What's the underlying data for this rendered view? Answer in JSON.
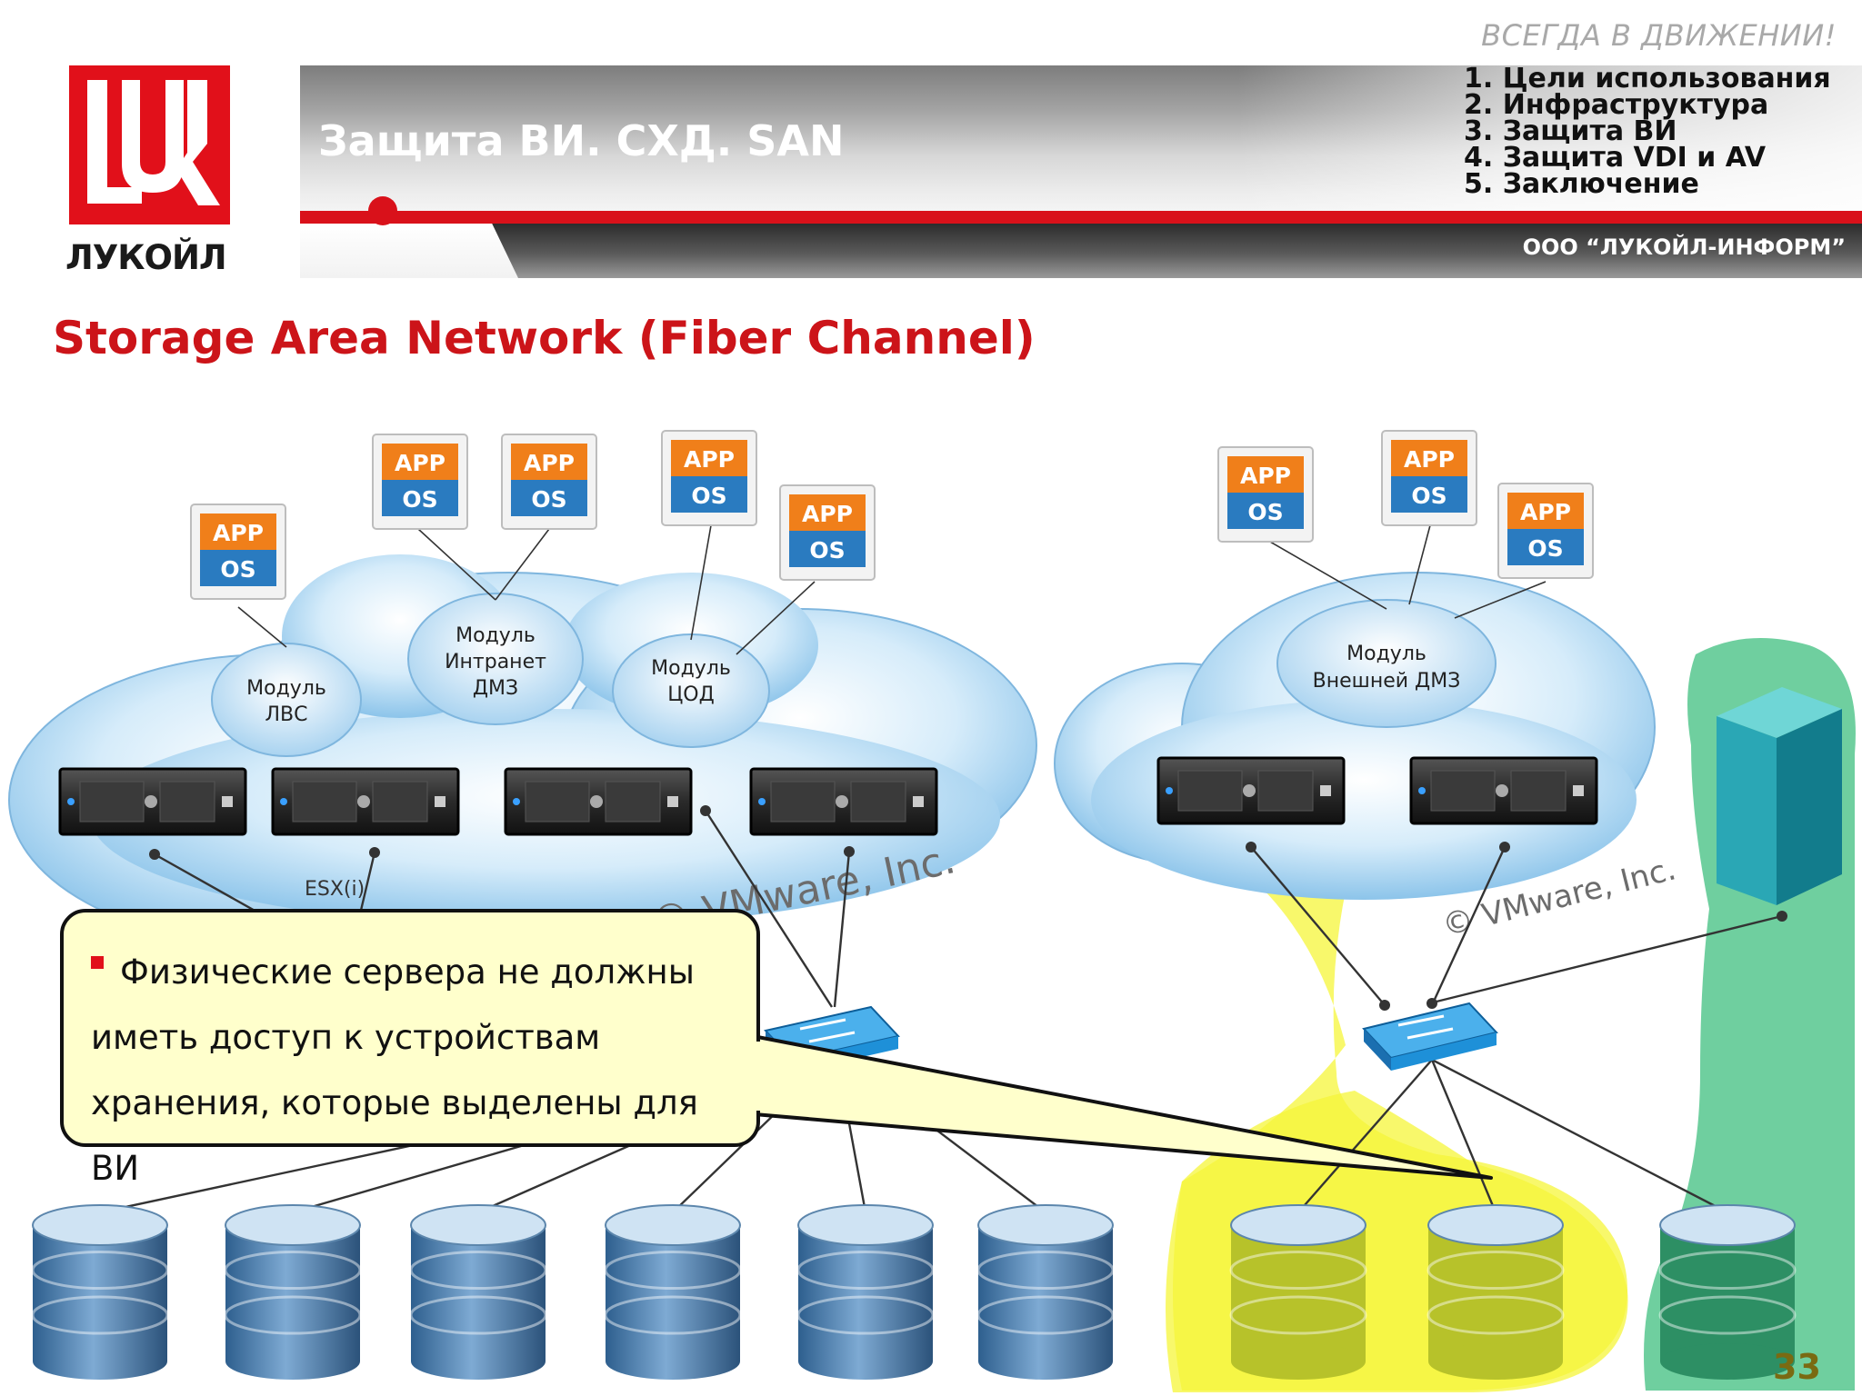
{
  "header": {
    "slogan": "ВСЕГДА В ДВИЖЕНИИ!",
    "title": "Защита ВИ. СХД. SAN",
    "agenda": [
      "1. Цели использования",
      "2. Инфраструктура",
      "3. Защита ВИ",
      "4. Защита VDI и AV",
      "5. Заключение"
    ],
    "company": "ООО “ЛУКОЙЛ-ИНФОРМ”"
  },
  "logo": {
    "wordmark": "ЛУКОЙЛ",
    "mark_text": "LUK",
    "color": "#e1101a"
  },
  "section_title": "Storage Area Network (Fiber Channel)",
  "diagram": {
    "vm_labels": {
      "app": "APP",
      "os": "OS"
    },
    "copyright_small": "© VMware, Inc.",
    "left_modules": [
      {
        "line1": "Модуль",
        "line2": "ЛВС"
      },
      {
        "line1": "Модуль",
        "line2": "Интранет",
        "line3": "ДМЗ"
      },
      {
        "line1": "Модуль",
        "line2": "ЦОД"
      }
    ],
    "right_module": {
      "line1": "Модуль",
      "line2": "Внешней ДМЗ"
    },
    "esx_label": "ESX(i)",
    "watermark_left": "© VMware, Inc.",
    "watermark_right": "© VMware, Inc.",
    "colors": {
      "cloud": "#bfe0f5",
      "app_orange": "#f07f1a",
      "os_blue": "#2a7bc0",
      "switch_blue": "#1e90d8",
      "highlight_yellow": "#f5f53a",
      "highlight_green": "#3fbf7f"
    }
  },
  "callout": {
    "text": "Физические сервера не должны иметь доступ к устройствам хранения, которые выделены для ВИ",
    "bullet_color": "#e1101a"
  },
  "page_number": "33"
}
